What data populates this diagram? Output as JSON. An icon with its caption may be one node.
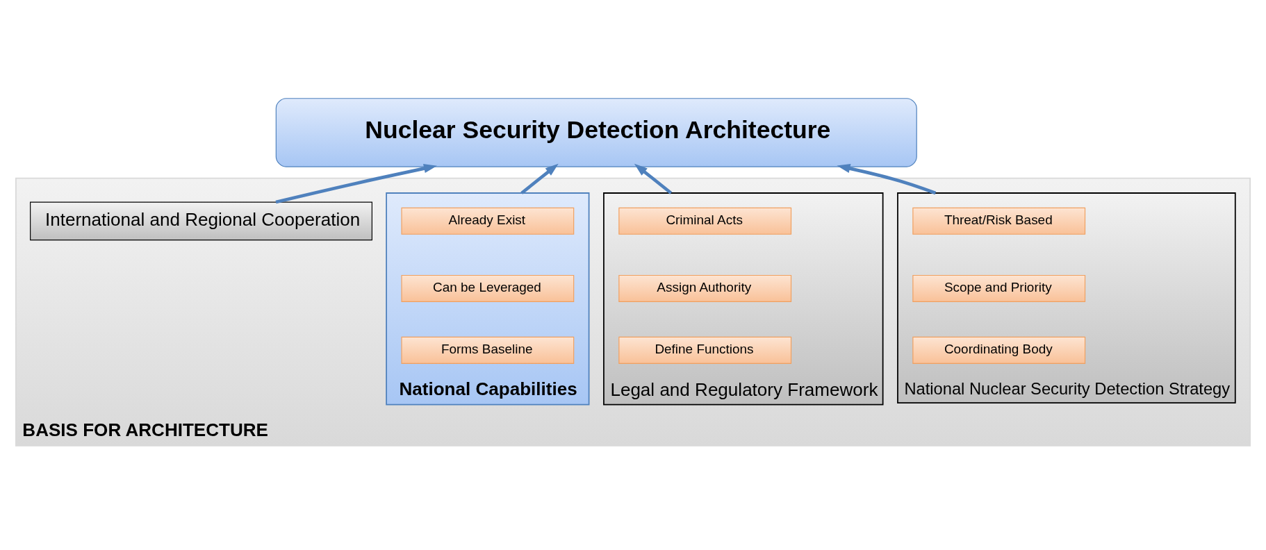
{
  "diagram": {
    "nodes": [
      {
        "text": [
          "Nuclear Security Detection Architecture"
        ]
      },
      {
        "text": [
          "BASIS FOR ARCHITECTURE"
        ]
      },
      {
        "text": [
          "National Nuclear Security Detection Strategy"
        ],
        "in": 1
      },
      {
        "text": [
          "Threat/Risk Based"
        ],
        "in": 2
      },
      {
        "text": [
          "Scope and Priority"
        ],
        "in": 2
      },
      {
        "text": [
          "Coordinating Body"
        ],
        "in": 2
      },
      {
        "text": [
          "Legal and Regulatory Framework"
        ],
        "in": 1
      },
      {
        "text": [
          "Criminal Acts"
        ],
        "in": 6
      },
      {
        "text": [
          "Assign Authority"
        ],
        "in": 6
      },
      {
        "text": [
          "Define Functions"
        ],
        "in": 6
      },
      {
        "text": [
          "National Capabilities"
        ],
        "in": 1
      },
      {
        "text": [
          "Already Exist"
        ],
        "in": 10
      },
      {
        "text": [
          "Can be Leveraged"
        ],
        "in": 10
      },
      {
        "text": [
          "Forms Baseline"
        ],
        "in": 10
      },
      {
        "text": [
          "International and Regional Cooperation"
        ],
        "in": 1
      }
    ],
    "edges": [
      {
        "from": 2,
        "to": 0,
        "arrow": "to"
      },
      {
        "from": 6,
        "to": 0,
        "arrow": "to"
      },
      {
        "from": 10,
        "to": 0,
        "arrow": "to"
      },
      {
        "from": 14,
        "to": 0,
        "arrow": "to"
      }
    ]
  }
}
